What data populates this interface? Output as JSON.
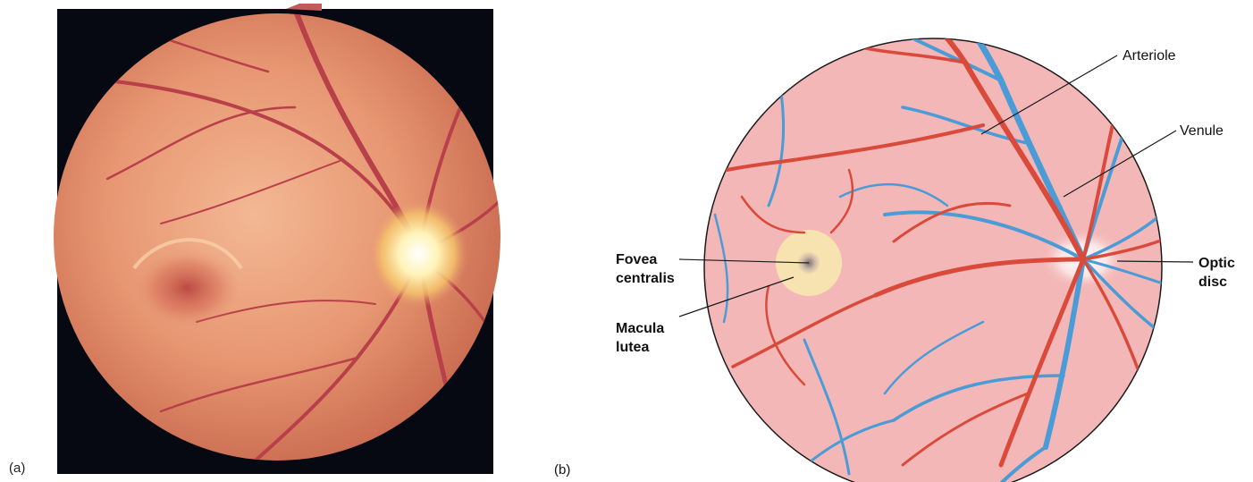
{
  "panel_a": {
    "letter": "(a)"
  },
  "panel_b": {
    "letter": "(b)",
    "labels": {
      "arteriole": "Arteriole",
      "venule": "Venule",
      "fovea_line1": "Fovea",
      "fovea_line2": "centralis",
      "macula_line1": "Macula",
      "macula_line2": "lutea",
      "optic_line1": "Optic",
      "optic_line2": "disc"
    }
  },
  "colors": {
    "photo_background": "#060812",
    "retina_orange": "#e8906a",
    "optic_disc_glow": "#fff6d0",
    "diagram_retina_pink": "#f4b7b7",
    "arteriole_red": "#d94a3a",
    "venule_blue": "#4a9bd6",
    "macula_yellow": "#f7e3b0"
  }
}
